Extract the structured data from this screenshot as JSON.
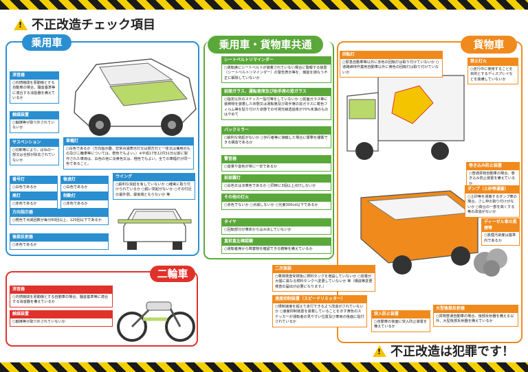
{
  "title": "不正改造チェック項目",
  "footer": "不正改造は犯罪です！",
  "headers": {
    "car": "乗用車",
    "common": "乗用車・貨物車共通",
    "truck": "貨物車",
    "bike": "二輪車"
  },
  "car": [
    {
      "label": "消音器",
      "text": "○内燃機関を原動機とする自動車の場合、騒音基準等に適合する消音器を備えているか"
    },
    {
      "label": "触媒装置",
      "text": "○触媒等が取り外されていないか"
    },
    {
      "label": "サスペンション",
      "text": "○切断等により、ばねの一部又は全部が除去されていないか"
    },
    {
      "label": "車幅灯",
      "text": "○白色であるか（方向指示器、非常点滅表示灯又は側方灯と一体又は兼用のもの及び二輪車等については、橙色でもよい。）※平成17年12月31日以前に製作された車両は、白色の他に淡黄色又は、橙色でもよい。全ての車幅灯が同一色であること。"
    },
    {
      "label": "番号灯",
      "text": "○白色であるか"
    },
    {
      "label": "後退灯",
      "text": "○白色であるか"
    },
    {
      "label": "尾灯",
      "text": "○赤色であるか"
    },
    {
      "label": "制動灯",
      "text": "○赤色であるか"
    },
    {
      "label": "方向指示器",
      "text": "○橙色で点滅回数が毎分60回以上、120回以下であるか"
    },
    {
      "label": "後部反射器",
      "text": "○赤色であるか"
    },
    {
      "label": "ウイング",
      "text": "○鋭利な突起を有していないか ○確実に取り付けられているか ○鋭い突起がないか ○その付近の最外側、最後端とならないか 等"
    }
  ],
  "common": [
    {
      "label": "シートベルトリマインダー",
      "text": "○運転席にシートベルトが装着されていない場合に警報する装置（シートベルトリマインダー）の警告表示等を、機能を損なう不正に解除していないか"
    },
    {
      "label": "前面ガラス、運転者席及び助手席の窓ガラス",
      "text": "○指定以外のステッカー貼付等をしていないか ○前面ガラス等に装飾物を装着した状態又は運転席及び助手席の窓ガラスに着色フィルム等を貼り付けた状態での可視光線透過率が70%未満のものはやめて"
    },
    {
      "label": "バックミラー",
      "text": "○鋭利な突起がないか ○歩行者等に接触した場合に衝撃を緩衝できる構造であるか"
    },
    {
      "label": "警音器",
      "text": "○音量や音色が常に一定であるか"
    },
    {
      "label": "前部霧灯",
      "text": "○白色又は淡黄色であるか ○同時に3個以上点灯しないか"
    },
    {
      "label": "その他の灯火",
      "text": "○赤色でないか ○点滅しないか ○光度300cd以下であるか"
    },
    {
      "label": "タイヤ",
      "text": "○回転部分が車体からはみ出していないか"
    },
    {
      "label": "直前直左確認鏡",
      "text": "○運転者席から障害物を確認できる鏡等を備えているか"
    }
  ],
  "truck": [
    {
      "label": "回転灯",
      "text": "○緊急自動車等以外に赤色の回転灯は取り付けていないか ○道路維持作業用自動車以外に黄色の回転灯は取り付けていないか"
    },
    {
      "label": "禁止灯火",
      "text": "○走行中に使用することを目的とするディスプレイなどを装備していないか"
    },
    {
      "label": "巻き込み防止装置",
      "text": "○普通貨物自動車の場合、巻き込み防止装置を備えているか"
    },
    {
      "label": "ダンプ（土砂等運搬）",
      "text": "○土砂等を運搬するダンプ車の場合、さし枠の取り付けがないか ○荷台の一部を高くする等の改造がないか"
    },
    {
      "label": "ディーゼル車の黒煙等",
      "text": "○黒煙汚染度は基準内であるか"
    },
    {
      "label": "二次架装",
      "text": "○車検検査受検後に燃料タンクを増設していないか ○容量が大幅に異なる燃料タンクへ変更していないか 等（構造等変更検査の届出が必要になります。）"
    },
    {
      "label": "速度抑制装置（スピードリミッター）",
      "text": "○規制速度を超えて走行できるよう改造がされていないか ○速度抑制装置を装着していることを示す黄色のステッカーが運転者の見やすい位置及び車両の後面に貼付されているか"
    },
    {
      "label": "突入防止装置",
      "text": "○自動車の後面に突入防止装置を備えているか"
    },
    {
      "label": "大型後部反射器",
      "text": "○貨物普通自動車の場合、後部反射器を備える以外、大型後部反射器を備えているか"
    }
  ],
  "bike": [
    {
      "label": "消音器",
      "text": "○内燃機関を原動機とする自動車の場合、騒音基準等に適合する消音器を備えているか"
    },
    {
      "label": "触媒装置",
      "text": "○触媒等が取り外されていないか"
    }
  ]
}
